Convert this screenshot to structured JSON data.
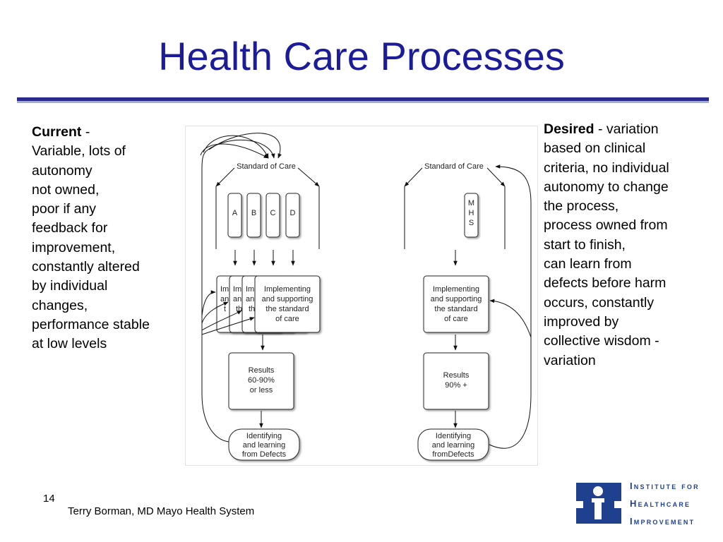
{
  "title": "Health Care Processes",
  "left": {
    "heading": "Current",
    "heading_suffix": " -",
    "lines": [
      "Variable, lots of",
      "autonomy",
      "not owned,",
      "poor if any",
      "feedback for",
      "improvement,",
      "constantly altered",
      "by individual",
      "changes,",
      "performance stable",
      "at low levels"
    ]
  },
  "right": {
    "heading": "Desired",
    "heading_suffix": " - variation",
    "lines": [
      "based on clinical",
      "criteria, no individual",
      "autonomy to change",
      "the process,",
      "process owned from",
      "start to finish,",
      "can learn from",
      "defects before harm",
      "occurs, constantly",
      "improved by",
      "collective wisdom -",
      "variation"
    ]
  },
  "diagram": {
    "current": {
      "standard": "Standard of Care",
      "variants": [
        "A",
        "B",
        "C",
        "D"
      ],
      "stack_fragments": [
        [
          "Im",
          "an",
          "t"
        ],
        [
          "Im",
          "an",
          "th"
        ],
        [
          "Im",
          "an",
          "th"
        ]
      ],
      "implement_lines": [
        "Implementing",
        "and supporting",
        "the standard",
        "of care"
      ],
      "results_lines": [
        "Results",
        "60-90%",
        "or less"
      ],
      "learning_lines": [
        "Identifying",
        "and learning",
        "from Defects"
      ]
    },
    "desired": {
      "standard": "Standard of Care",
      "variants": [
        "M",
        "H",
        "S"
      ],
      "implement_lines": [
        "Implementing",
        "and supporting",
        "the standard",
        "of care"
      ],
      "results_lines": [
        "Results",
        "90% +"
      ],
      "learning_lines": [
        "Identifying",
        "and learning",
        "fromDefects"
      ]
    }
  },
  "footer": {
    "page_number": "14",
    "author": "Terry Borman, MD Mayo Health System"
  },
  "logo": {
    "lines": [
      "Institute for",
      "Healthcare",
      "Improvement"
    ],
    "color": "#1f3f8f"
  },
  "colors": {
    "title": "#1c1c9a",
    "rule": "#2a2a8c",
    "rule_shadow": "#9fb0c4"
  }
}
